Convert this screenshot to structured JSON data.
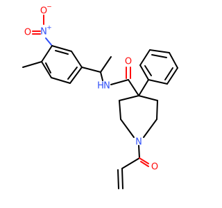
{
  "molecule": {
    "atoms": {
      "nitro_o_top": {
        "symbol": "O",
        "charge": "−",
        "color": "#ff0d0d"
      },
      "nitro_n": {
        "symbol": "N",
        "charge": "+",
        "color": "#3050f8"
      },
      "nitro_o_left": {
        "symbol": "O",
        "color": "#ff0d0d"
      },
      "amide_n": {
        "symbol": "N",
        "hydrogen": "H",
        "color": "#3050f8"
      },
      "amide_o": {
        "symbol": "O",
        "color": "#ff0d0d"
      },
      "piperidine_n": {
        "symbol": "N",
        "color": "#3050f8"
      },
      "acryl_o": {
        "symbol": "O",
        "color": "#ff0d0d"
      }
    }
  }
}
